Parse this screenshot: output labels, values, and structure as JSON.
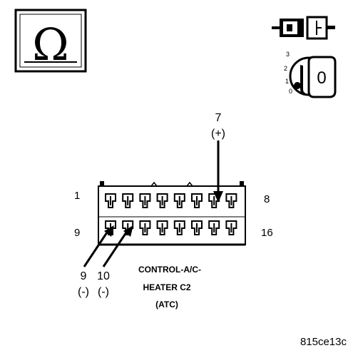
{
  "meter": {
    "symbol": "Ω"
  },
  "key": {
    "position_labels": [
      "3",
      "2",
      "1",
      "0"
    ],
    "current": "0"
  },
  "connector": {
    "name_lines": [
      "CONTROL-A/C-",
      "HEATER C2",
      "(ATC)"
    ],
    "row_top": {
      "first": "1",
      "last": "8"
    },
    "row_bottom": {
      "first": "9",
      "last": "16"
    },
    "cavities_per_row": 8
  },
  "probes": [
    {
      "pin": "7",
      "polarity": "(+)"
    },
    {
      "pin": "9",
      "polarity": "(-)"
    },
    {
      "pin": "10",
      "polarity": "(-)"
    }
  ],
  "figure_code": "815ce13c"
}
